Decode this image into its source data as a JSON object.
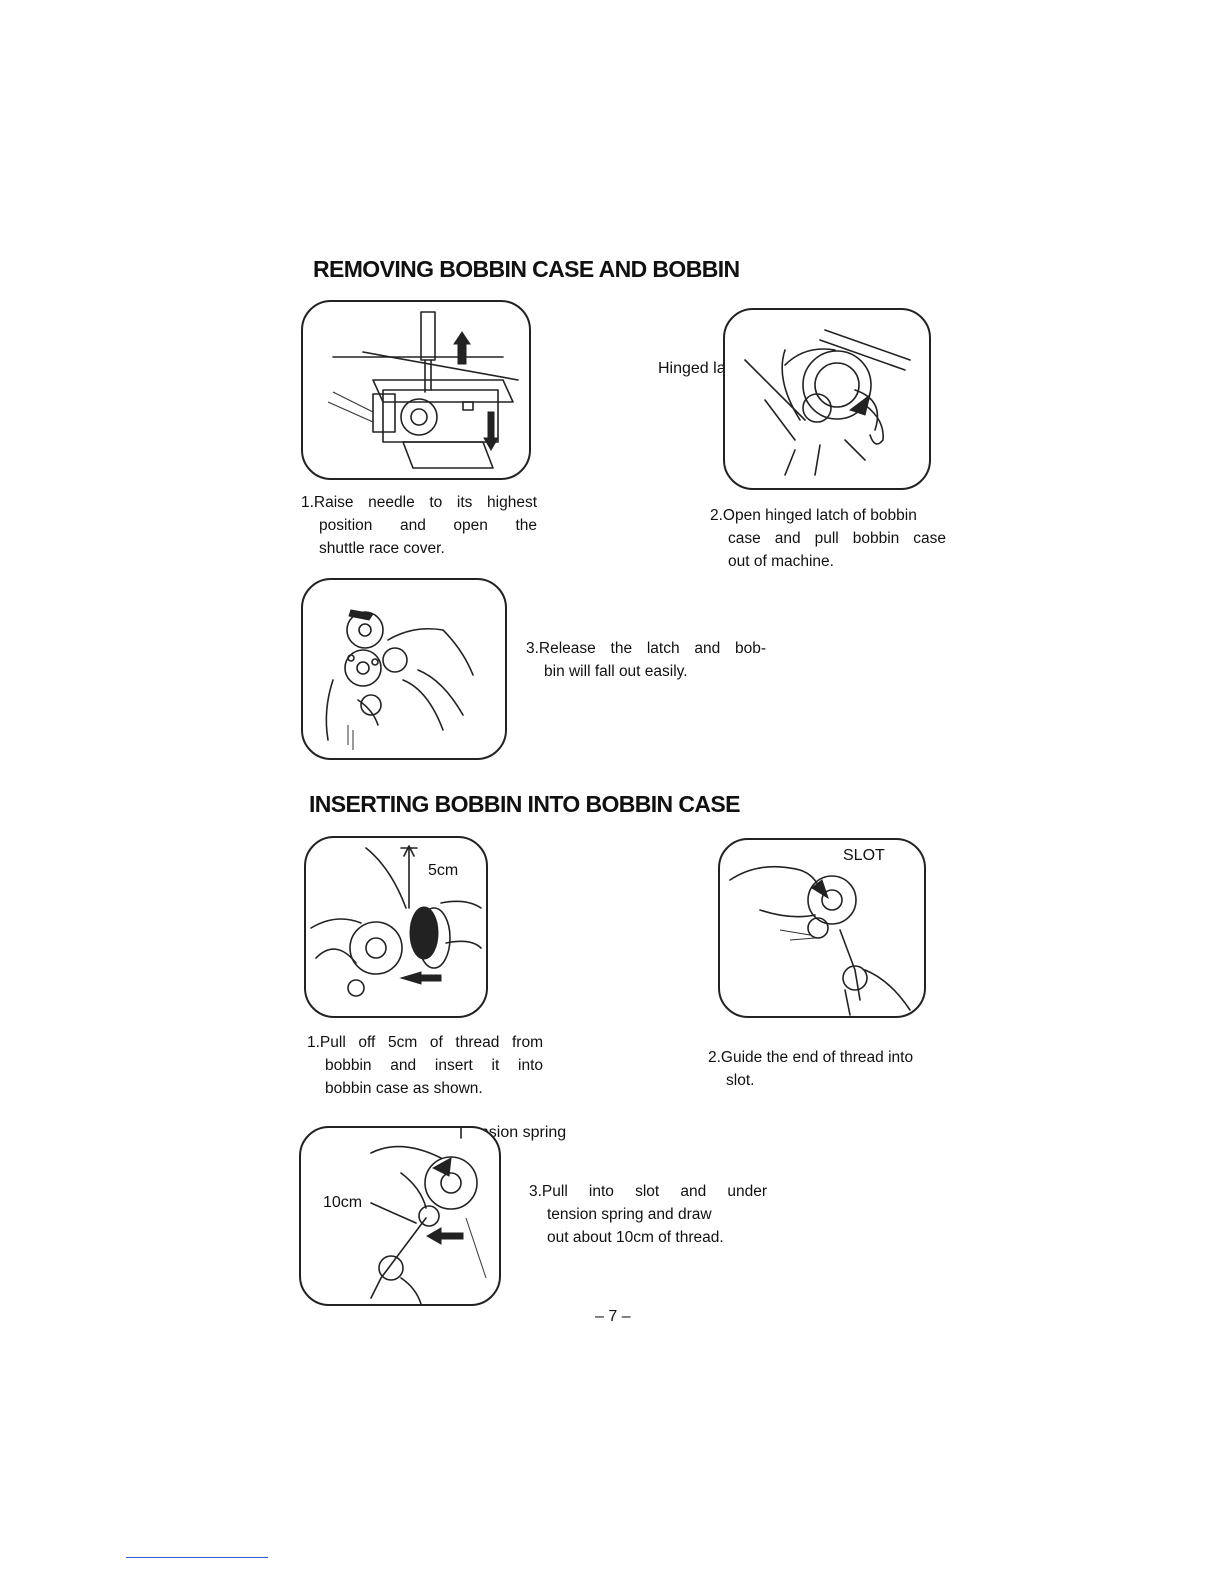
{
  "sections": [
    {
      "heading": "REMOVING BOBBIN CASE AND BOBBIN",
      "steps": [
        {
          "lines": [
            "1.Raise  needle  to  its  highest",
            "position    and    open    the",
            "shuttle race cover."
          ]
        },
        {
          "lines": [
            "2.Open hinged latch of bobbin",
            "case and pull bobbin    case",
            "out of machine."
          ],
          "callout": "Hinged latch"
        },
        {
          "lines": [
            "3.Release  the  latch  and  bob-",
            "bin will fall out easily."
          ]
        }
      ]
    },
    {
      "heading": "INSERTING BOBBIN INTO BOBBIN CASE",
      "steps": [
        {
          "lines": [
            "1.Pull  off  5cm  of  thread  from",
            "bobbin    and    insert    it    into",
            "bobbin case as shown."
          ],
          "callout": "5cm"
        },
        {
          "lines": [
            "2.Guide the end of thread into",
            "slot."
          ],
          "callout": "SLOT"
        },
        {
          "lines": [
            "3.Pull    into    slot    and    under",
            "tension spring and  draw",
            "out    about 10cm of thread."
          ],
          "callout": "Tension spring",
          "callout2": "10cm"
        }
      ]
    }
  ],
  "page_number": "– 7 –"
}
